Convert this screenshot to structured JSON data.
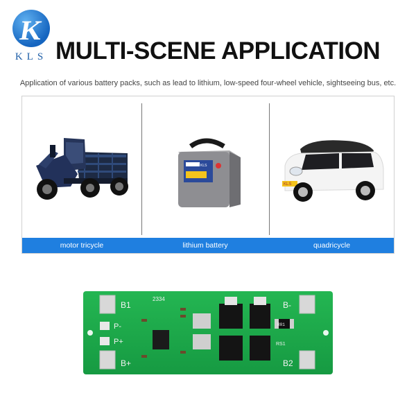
{
  "brand": {
    "logo_text": "KLS",
    "logo_mark": "K"
  },
  "headline": "MULTI-SCENE APPLICATION",
  "subtitle": "Application of various battery packs, such as lead to lithium, low-speed four-wheel vehicle, sightseeing bus, etc.",
  "scenes": [
    {
      "caption": "motor tricycle",
      "image": "motor-tricycle-photo"
    },
    {
      "caption": "lithium battery",
      "image": "lithium-battery-photo"
    },
    {
      "caption": "quadricycle",
      "image": "quadricycle-photo"
    }
  ],
  "battery_label": "KLS",
  "car_plate": "KLS",
  "board": {
    "pad_labels": {
      "b1": "B1",
      "b_minus": "B-",
      "b2": "B2",
      "b_plus": "B+",
      "p_minus": "P-",
      "p_plus": "P+"
    },
    "silkscreen": {
      "code": "2334",
      "part_r1": "R01",
      "part_rs": "RS1"
    }
  },
  "colors": {
    "accent": "#1f7fe0",
    "pcb_green": "#1aa84a",
    "brand_blue": "#1565c0"
  }
}
